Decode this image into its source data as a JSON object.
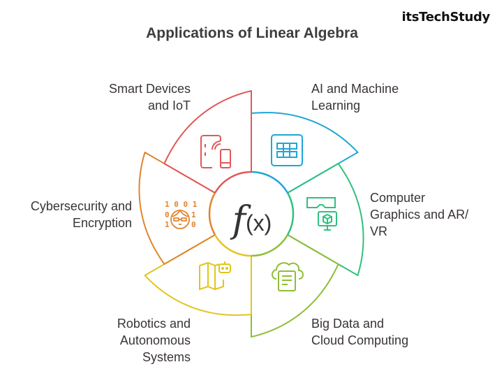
{
  "title": "Applications of Linear Algebra",
  "brand": "itsTechStudy",
  "center_label": {
    "f": "f",
    "x": "(x)"
  },
  "segments": [
    {
      "name": "ai-ml",
      "lines": [
        "AI and Machine",
        "Learning"
      ],
      "color": "#1fa6d6",
      "icon": "grid-icon"
    },
    {
      "name": "graphics-ar-vr",
      "lines": [
        "Computer",
        "Graphics and AR/",
        "VR"
      ],
      "color": "#2fc07f",
      "icon": "vr-headset-icon"
    },
    {
      "name": "big-data-cloud",
      "lines": [
        "Big Data and",
        "Cloud Computing"
      ],
      "color": "#8fbe36",
      "icon": "cloud-document-icon"
    },
    {
      "name": "robotics",
      "lines": [
        "Robotics and",
        "Autonomous",
        "Systems"
      ],
      "color": "#e2c51e",
      "icon": "robot-map-icon"
    },
    {
      "name": "cybersecurity",
      "lines": [
        "Cybersecurity and",
        "Encryption"
      ],
      "color": "#e0852f",
      "icon": "hacker-binary-icon"
    },
    {
      "name": "smart-devices-iot",
      "lines": [
        "Smart Devices",
        "and IoT"
      ],
      "color": "#e05858",
      "icon": "smart-devices-icon"
    }
  ],
  "binary_digits": [
    "1 0 0 1",
    "0",
    "1",
    "1",
    "0"
  ]
}
